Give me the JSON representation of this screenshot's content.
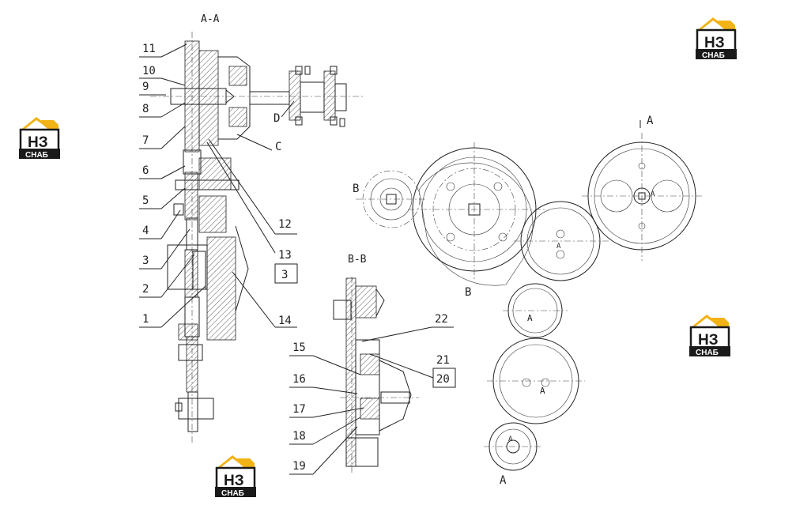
{
  "sections": {
    "aa": "A-A",
    "bb": "B-B"
  },
  "view_marks": {
    "a_top": "A",
    "b_left": "B",
    "b_bottom": "B",
    "a_bottom": "A",
    "c": "C",
    "d": "D"
  },
  "gear_marks": {
    "gear1": "A",
    "gear2": "A",
    "gear3": "A",
    "gear4": "A",
    "gear5": "A"
  },
  "callouts": [
    {
      "id": "11",
      "label": "11"
    },
    {
      "id": "10",
      "label": "10"
    },
    {
      "id": "9",
      "label": "9"
    },
    {
      "id": "8",
      "label": "8"
    },
    {
      "id": "7",
      "label": "7"
    },
    {
      "id": "6",
      "label": "6"
    },
    {
      "id": "5",
      "label": "5"
    },
    {
      "id": "4",
      "label": "4"
    },
    {
      "id": "3",
      "label": "3"
    },
    {
      "id": "2",
      "label": "2"
    },
    {
      "id": "1",
      "label": "1"
    },
    {
      "id": "12",
      "label": "12"
    },
    {
      "id": "13",
      "label": "13"
    },
    {
      "id": "13b",
      "label": "3"
    },
    {
      "id": "14",
      "label": "14"
    },
    {
      "id": "22",
      "label": "22"
    },
    {
      "id": "21",
      "label": "21"
    },
    {
      "id": "20",
      "label": "20"
    },
    {
      "id": "15",
      "label": "15"
    },
    {
      "id": "16",
      "label": "16"
    },
    {
      "id": "17",
      "label": "17"
    },
    {
      "id": "18",
      "label": "18"
    },
    {
      "id": "19",
      "label": "19"
    }
  ],
  "logo": {
    "letters": "НЗ",
    "sub": "СНАБ"
  }
}
